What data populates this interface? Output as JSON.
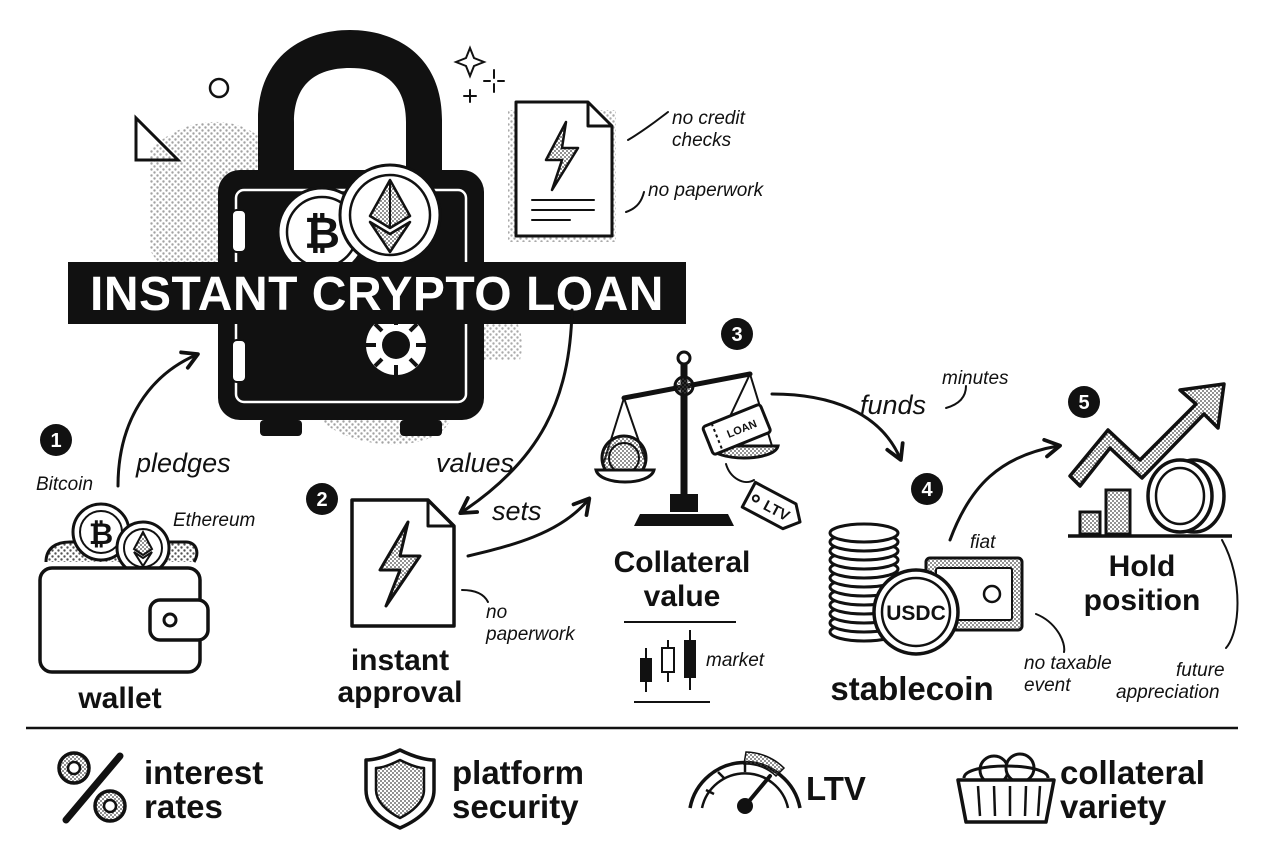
{
  "title": "INSTANT CRYPTO LOAN",
  "steps": [
    {
      "number": "1",
      "label": "wallet"
    },
    {
      "number": "2",
      "label_line1": "instant",
      "label_line2": "approval"
    },
    {
      "number": "3",
      "label_line1": "Collateral",
      "label_line2": "value"
    },
    {
      "number": "4",
      "label": "stablecoin"
    },
    {
      "number": "5",
      "label_line1": "Hold",
      "label_line2": "position"
    }
  ],
  "annotations": {
    "bitcoin": "Bitcoin",
    "ethereum": "Ethereum",
    "pledges": "pledges",
    "values": "values",
    "sets": "sets",
    "no_credit_line1": "no credit",
    "no_credit_line2": "checks",
    "no_paperwork_top": "no paperwork",
    "no_paperwork_line1": "no",
    "no_paperwork_line2": "paperwork",
    "market": "market",
    "funds": "funds",
    "minutes": "minutes",
    "fiat": "fiat",
    "no_taxable_line1": "no taxable",
    "no_taxable_line2": "event",
    "future_line1": "future",
    "future_line2": "appreciation"
  },
  "tags": {
    "loan": "LOAN",
    "ltv": "LTV",
    "usdc": "USDC"
  },
  "footer": [
    {
      "icon": "percent-icon",
      "line1": "interest",
      "line2": "rates"
    },
    {
      "icon": "shield-icon",
      "line1": "platform",
      "line2": "security"
    },
    {
      "icon": "gauge-icon",
      "line1": "LTV",
      "line2": ""
    },
    {
      "icon": "basket-icon",
      "line1": "collateral",
      "line2": "variety"
    }
  ]
}
